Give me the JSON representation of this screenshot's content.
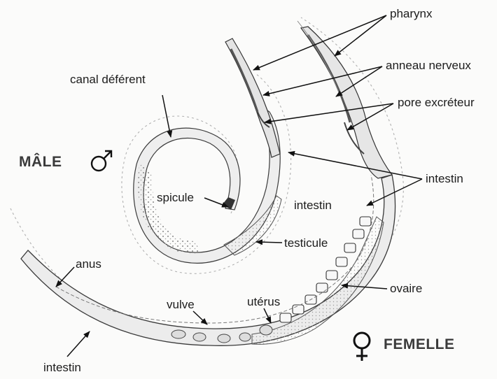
{
  "labels": {
    "pharynx": "pharynx",
    "anneau_nerveux": "anneau nerveux",
    "pore_excreteur": "pore excréteur",
    "canal_deferent": "canal déférent",
    "intestin_right": "intestin",
    "intestin_mid": "intestin",
    "spicule": "spicule",
    "testicule": "testicule",
    "anus": "anus",
    "ovaire": "ovaire",
    "vulve": "vulve",
    "uterus": "utérus",
    "intestin_bottom": "intestin"
  },
  "sexes": {
    "male": "MÂLE",
    "female": "FEMELLE"
  },
  "colors": {
    "outline": "#2a2a2a",
    "shade": "#9a9a9a",
    "light_shade": "#cfcfcf",
    "background": "#fbfbfa"
  }
}
